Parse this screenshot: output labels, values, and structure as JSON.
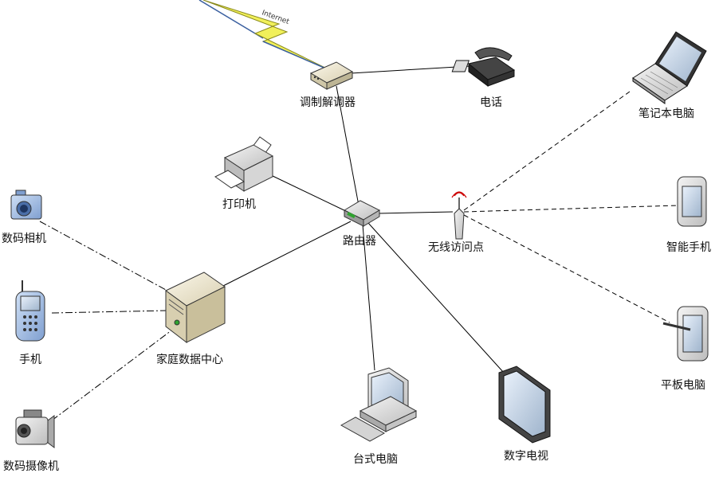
{
  "diagram": {
    "internet_label": "Internet",
    "nodes": {
      "modem": "调制解调器",
      "phone": "电话",
      "laptop": "笔记本电脑",
      "printer": "打印机",
      "router": "路由器",
      "wireless_ap": "无线访问点",
      "smartphone": "智能手机",
      "camera": "数码相机",
      "mobile": "手机",
      "home_data_center": "家庭数据中心",
      "tablet": "平板电脑",
      "desktop": "台式电脑",
      "digital_tv": "数字电视",
      "camcorder": "数码摄像机"
    }
  }
}
